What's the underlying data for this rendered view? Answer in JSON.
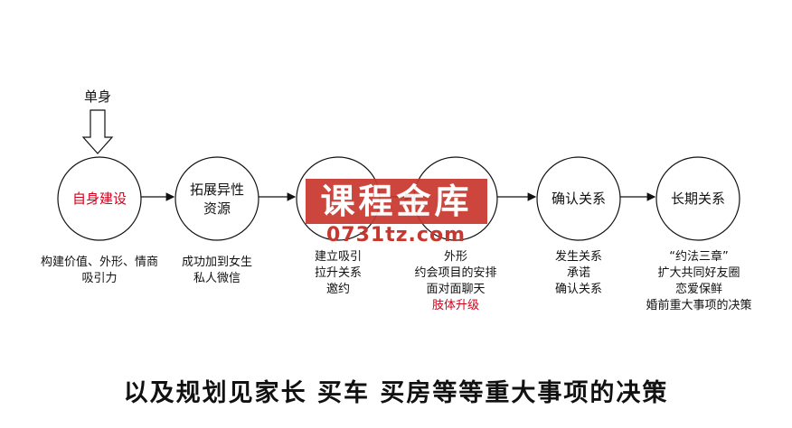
{
  "start_label": "单身",
  "nodes": [
    {
      "label": "自身建设",
      "desc": [
        "构建价值、外形、情商",
        "吸引力"
      ]
    },
    {
      "label_lines": [
        "拓展异性",
        "资源"
      ],
      "desc": [
        "成功加到女生",
        "私人微信"
      ]
    },
    {
      "label": "",
      "desc": [
        "建立吸引",
        "拉升关系",
        "邀约"
      ]
    },
    {
      "label": "",
      "desc": [
        "外形",
        "约会项目的安排",
        "面对面聊天",
        "肢体升级"
      ]
    },
    {
      "label": "确认关系",
      "desc": [
        "发生关系",
        "承诺",
        "确认关系"
      ]
    },
    {
      "label": "长期关系",
      "desc": [
        "“约法三章”",
        "扩大共同好友圈",
        "恋爱保鲜",
        "婚前重大事项的决策"
      ]
    }
  ],
  "watermark": {
    "title": "课程金库",
    "subtitle": "0731tz.com"
  },
  "footer": "以及规划见家长 买车 买房等等重大事项的决策",
  "colors": {
    "accent_red": "#d0021b",
    "watermark_red": "#c8372d",
    "line": "#111111"
  }
}
